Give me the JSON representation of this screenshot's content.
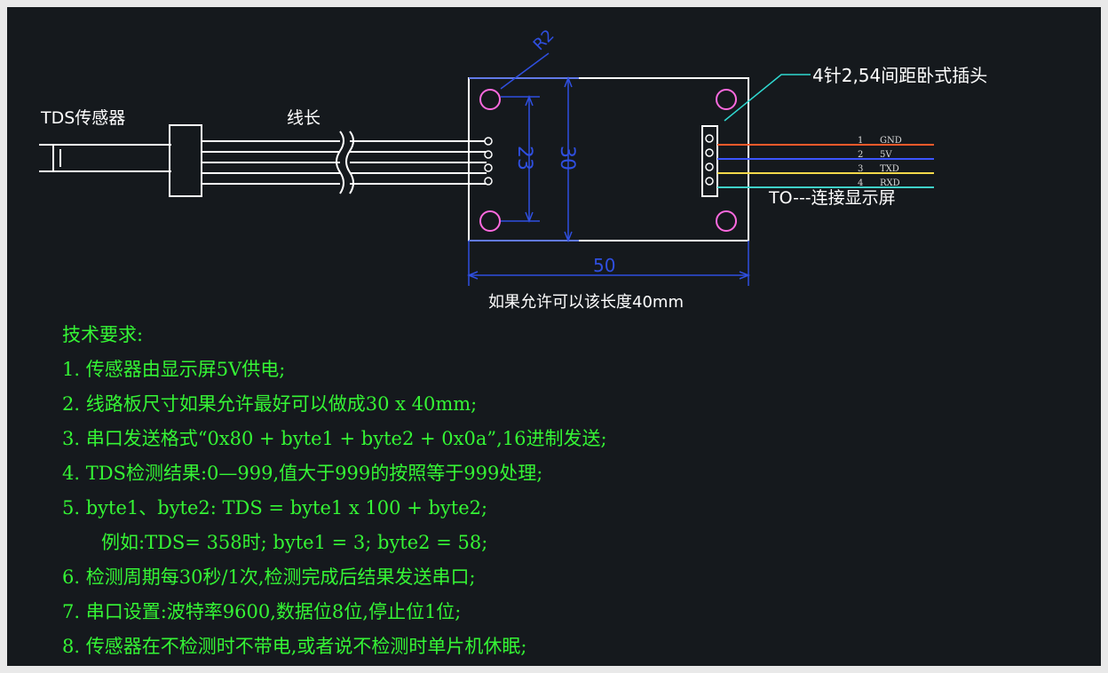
{
  "diagram": {
    "sensor_label": "TDS传感器",
    "cable_label": "线长",
    "hole_label": "R2",
    "header_label": "4针2,54间距卧式插头",
    "pins": [
      {
        "number": "1",
        "name": "GND",
        "color": "#ff5a2a"
      },
      {
        "number": "2",
        "name": "5V",
        "color": "#3c55ff"
      },
      {
        "number": "3",
        "name": "TXD",
        "color": "#f4d94a"
      },
      {
        "number": "4",
        "name": "RXD",
        "color": "#3fd1c8"
      }
    ],
    "display_note": "TO---连接显示屏",
    "dim_hole_spacing": "23",
    "dim_height": "30",
    "dim_width": "50",
    "width_note": "如果允许可以该长度40mm"
  },
  "requirements": {
    "title": "技术要求:",
    "items": [
      "1. 传感器由显示屏5V供电;",
      "2. 线路板尺寸如果允许最好可以做成30 x 40mm;",
      "3. 串口发送格式“0x80 + byte1 + byte2 + 0x0a”,16进制发送;",
      "4. TDS检测结果:0—999,值大于999的按照等于999处理;",
      "5. byte1、byte2:  TDS = byte1 x 100 + byte2;",
      "例如:TDS= 358时;  byte1 = 3;  byte2 = 58;",
      "6. 检测周期每30秒/1次,检测完成后结果发送串口;",
      "7. 串口设置:波特率9600,数据位8位,停止位1位;",
      "8. 传感器在不检测时不带电,或者说不检测时单片机休眠;"
    ]
  }
}
